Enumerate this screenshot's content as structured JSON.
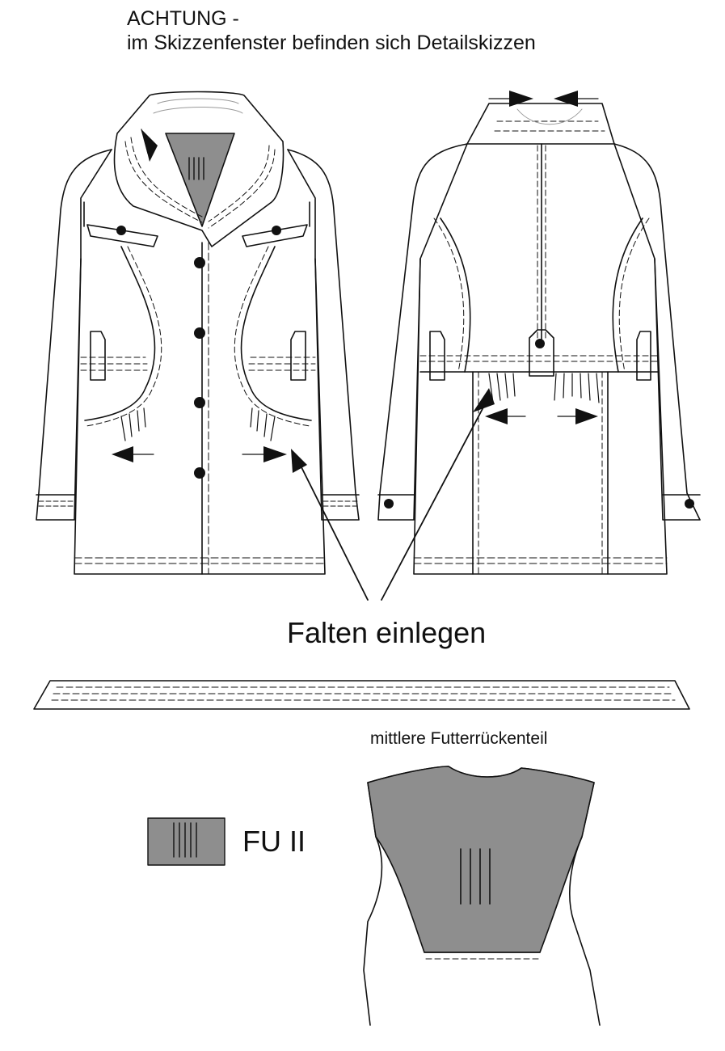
{
  "header": {
    "warning_line1": "ACHTUNG -",
    "warning_line2": "im Skizzenfenster befinden sich Detailskizzen"
  },
  "annotations": {
    "pleats_label": "Falten einlegen",
    "lining_back_label": "mittlere Futterrückenteil"
  },
  "legend": {
    "fabric_code": "FU II",
    "fabric_color": "#8e8e8e"
  },
  "colors": {
    "line": "#111111",
    "lining_fill": "#8e8e8e",
    "background": "#ffffff"
  }
}
